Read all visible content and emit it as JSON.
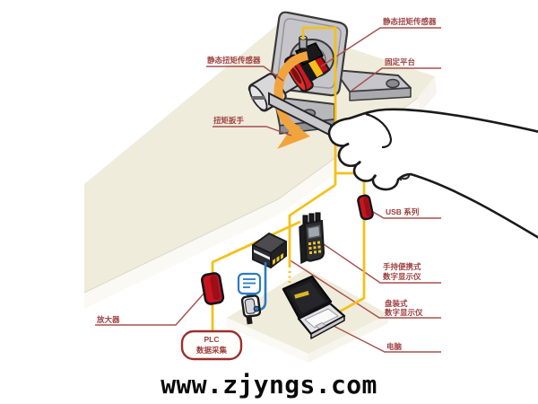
{
  "diagram": {
    "labels": {
      "sensor_top": "静态扭矩传感器",
      "sensor_left": "静态扭矩传感器",
      "platform": "固定平台",
      "wrench": "扭矩扳手",
      "usb": "USB 系列",
      "handheld_line1": "手持便携式",
      "handheld_line2": "数字显示仪",
      "panel_line1": "盘装式",
      "panel_line2": "数字显示仪",
      "computer": "电脑",
      "amplifier": "放大器",
      "plc_line1": "PLC",
      "plc_line2": "数据采集"
    },
    "colors": {
      "wire": "#f3c11b",
      "blue_wire": "#2b7bc4",
      "callout": "#a5504f",
      "label_text": "#9c3f3f",
      "device_red": "#c8141e",
      "arrow_orange": "#f2a43c",
      "slab_top": "#f0ecdc",
      "slab_front": "#faf9f3"
    }
  },
  "footer": {
    "website": "www.zjyngs.com"
  }
}
